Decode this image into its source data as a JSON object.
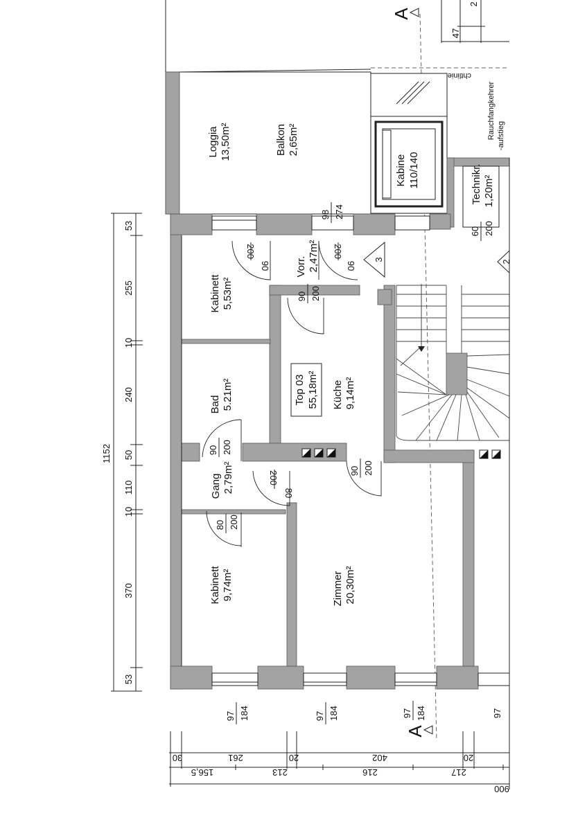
{
  "rooms": [
    {
      "name": "Loggia",
      "area": "13,50m²"
    },
    {
      "name": "Balkon",
      "area": "2,65m²"
    },
    {
      "name": "Kabine",
      "area": "110/140"
    },
    {
      "name": "Technikr.",
      "area": "1,20m²"
    },
    {
      "name": "Kabinett",
      "area": "5,53m²"
    },
    {
      "name": "Vorr.",
      "area": "2,47m²"
    },
    {
      "name": "Bad",
      "area": "5.21m²"
    },
    {
      "name": "Küche",
      "area": "9,14m²"
    },
    {
      "name": "Gang",
      "area": "2,79m²"
    },
    {
      "name": "Kabinett",
      "area": "9,74m²"
    },
    {
      "name": "Zimmer",
      "area": "20,30m²"
    }
  ],
  "unit": {
    "name": "Top 03",
    "area": "55,18m²"
  },
  "annotations": {
    "chimney_sweep_1": "Rauchfangkehrer",
    "chimney_sweep_2": "-aufstieg",
    "section_line": "chtlinie",
    "stair_number": "3",
    "stair_number_2": "2",
    "section_mark": "A"
  },
  "doors": [
    {
      "w": "90",
      "h": "200"
    },
    {
      "w": "90",
      "h": "200"
    },
    {
      "w": "90",
      "h": "200"
    },
    {
      "w": "90",
      "h": "200"
    },
    {
      "w": "80",
      "h": "200"
    },
    {
      "w": "80",
      "h": "200"
    },
    {
      "w": "90",
      "h": "200"
    },
    {
      "w": "60",
      "h": "200"
    },
    {
      "w": "98",
      "h": "274"
    }
  ],
  "windows": [
    {
      "w": "97",
      "h": "184"
    },
    {
      "w": "97",
      "h": "184"
    },
    {
      "w": "97",
      "h": "184"
    },
    {
      "w": "97"
    }
  ],
  "dims_left": {
    "total": "1152",
    "segments": [
      "53",
      "255",
      "10",
      "240",
      "50",
      "110",
      "10",
      "370",
      "53"
    ]
  },
  "dims_bottom": {
    "row1": [
      "30",
      "261",
      "20",
      "402",
      "20"
    ],
    "row2": [
      "156,5",
      "213",
      "216",
      "217"
    ],
    "row3": [
      "900"
    ]
  },
  "dims_top": [
    "47",
    "2"
  ]
}
